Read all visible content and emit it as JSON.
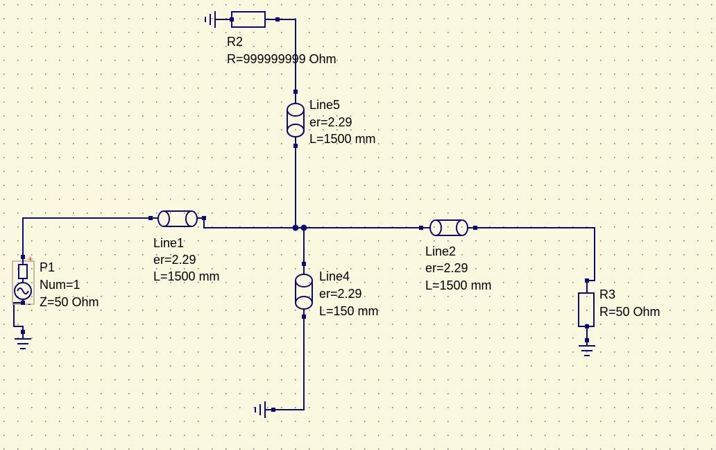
{
  "schematic": {
    "background": "#fbf8e0",
    "wire_color": "#0a0a7a",
    "grid_dot_color": "#7a7a7a",
    "components": {
      "r2": {
        "name": "R2",
        "params": [
          "R=999999999 Ohm"
        ],
        "icon": "resistor-icon"
      },
      "line5": {
        "name": "Line5",
        "params": [
          "er=2.29",
          "L=1500 mm"
        ],
        "icon": "coax-line-icon"
      },
      "line1": {
        "name": "Line1",
        "params": [
          "er=2.29",
          "L=1500 mm"
        ],
        "icon": "coax-line-icon"
      },
      "line2": {
        "name": "Line2",
        "params": [
          "er=2.29",
          "L=1500 mm"
        ],
        "icon": "coax-line-icon"
      },
      "line4": {
        "name": "Line4",
        "params": [
          "er=2.29",
          "L=150 mm"
        ],
        "icon": "coax-line-icon"
      },
      "p1": {
        "name": "P1",
        "params": [
          "Num=1",
          "Z=50 Ohm"
        ],
        "icon": "power-source-icon",
        "plus": "+",
        "minus": "-"
      },
      "r3": {
        "name": "R3",
        "params": [
          "R=50 Ohm"
        ],
        "icon": "resistor-icon"
      }
    }
  }
}
